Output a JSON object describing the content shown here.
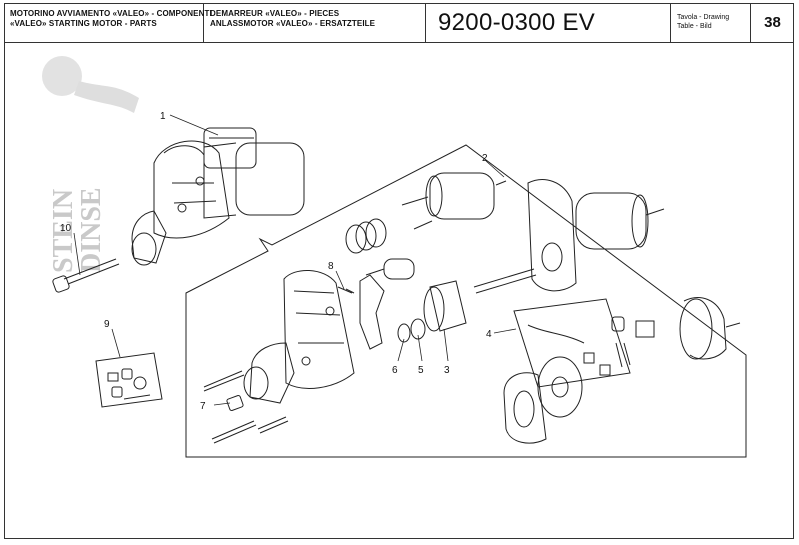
{
  "header": {
    "it_title": "MOTORINO AVVIAMENTO «VALEO» - COMPONENTI",
    "en_title": "«VALEO» STARTING MOTOR - PARTS",
    "fr_title": "DEMARREUR «VALEO» - PIECES",
    "de_title": "ANLASSMOTOR «VALEO» - ERSATZTEILE",
    "drawing_code": "9200-0300 EV",
    "label_line1": "Tavola - Drawing",
    "label_line2": "Table - Bild",
    "page_number": "38"
  },
  "watermark": {
    "line1": "STEIN",
    "line2": "DINSE"
  },
  "callouts": {
    "c1": "1",
    "c2": "2",
    "c3": "3",
    "c4": "4",
    "c5": "5",
    "c6": "6",
    "c7": "7",
    "c8": "8",
    "c9": "9",
    "c10": "10"
  }
}
